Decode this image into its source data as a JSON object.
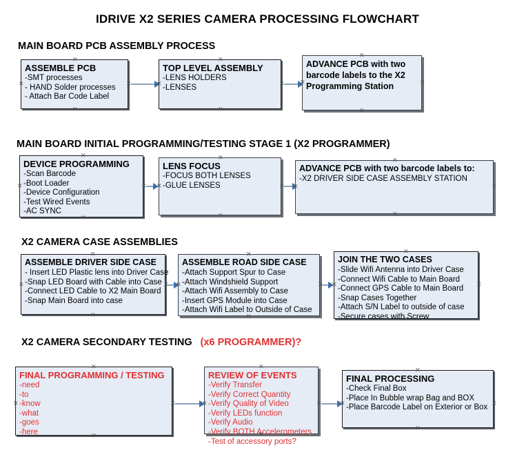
{
  "page": {
    "title": "IDRIVE X2  SERIES CAMERA PROCESSING FLOWCHART",
    "accent_color": "#e03030",
    "node_fill": "#e6ecf6",
    "connector_color": "#8aa4be"
  },
  "sections": [
    {
      "id": "s1",
      "heading": "MAIN BOARD PCB ASSEMBLY PROCESS"
    },
    {
      "id": "s2",
      "heading": "MAIN BOARD INITIAL PROGRAMMING/TESTING STAGE 1 (X2 PROGRAMMER)"
    },
    {
      "id": "s3",
      "heading": "X2 CAMERA CASE ASSEMBLIES"
    },
    {
      "id": "s4",
      "heading_main": "X2 CAMERA SECONDARY TESTING",
      "heading_accent": "(x6 PROGRAMMER)?"
    }
  ],
  "nodes": {
    "assemble_pcb": {
      "title": "ASSEMBLE PCB",
      "items": [
        "-SMT processes",
        "- HAND Solder processes",
        "- Attach Bar Code Label"
      ]
    },
    "top_level_assembly": {
      "title": "TOP LEVEL ASSEMBLY",
      "items": [
        "-LENS HOLDERS",
        "-LENSES"
      ]
    },
    "advance_pcb_1": {
      "title": "ADVANCE PCB with two barcode labels to the  X2 Programming Station",
      "items": []
    },
    "device_programming": {
      "title": "DEVICE PROGRAMMING",
      "items": [
        "-Scan Barcode",
        "-Boot Loader",
        "-Device Configuration",
        "-Test Wired Events",
        "-AC SYNC"
      ]
    },
    "lens_focus": {
      "title": "LENS FOCUS",
      "items": [
        "-FOCUS BOTH LENSES",
        "-GLUE LENSES"
      ]
    },
    "advance_pcb_2": {
      "title": "ADVANCE PCB with two barcode labels to:",
      "items": [
        "-X2 DRIVER  SIDE  CASE  ASSEMBLY STATION"
      ]
    },
    "assemble_driver_side": {
      "title": "ASSEMBLE DRIVER SIDE CASE",
      "items": [
        "- Insert LED Plastic lens into Driver Case",
        "-Snap LED Board with Cable into Case",
        "-Connect LED Cable to X2 Main Board",
        "-Snap Main Board into case"
      ]
    },
    "assemble_road_side": {
      "title": "ASSEMBLE ROAD SIDE CASE",
      "items": [
        "-Attach Support Spur to Case",
        "-Attach Windshield Support",
        "-Attach Wifi Assembly to Case",
        "-Insert GPS Module into Case",
        "-Attach Wifi Label to Outside of Case"
      ]
    },
    "join_two_cases": {
      "title": "JOIN THE TWO CASES",
      "items": [
        "-Slide Wifi Antenna into Driver Case",
        "-Connect Wifi Cable to Main Board",
        "-Connect GPS Cable to Main Board",
        "-Snap Cases Together",
        "-Attach S/N Label to outside of case",
        "-Secure cases with Screw"
      ]
    },
    "final_programming": {
      "title": "FINAL PROGRAMMING / TESTING",
      "items": [
        "-need",
        "-to",
        "-know",
        "-what",
        "-goes",
        "-here"
      ]
    },
    "review_of_events": {
      "title": "REVIEW OF EVENTS",
      "items": [
        "-Verify Transfer",
        "-Verify Correct Quantity",
        "-Verify Quality of Video",
        "-Verify LEDs function",
        "-Verify Audio",
        "-Verify BOTH Accelerometers",
        "-Test of accessory ports?"
      ]
    },
    "final_processing": {
      "title": "FINAL PROCESSING",
      "items": [
        " -Check Final Box",
        "-Place In Bubble wrap Bag and BOX",
        "-Place Barcode Label on Exterior or Box"
      ]
    }
  }
}
